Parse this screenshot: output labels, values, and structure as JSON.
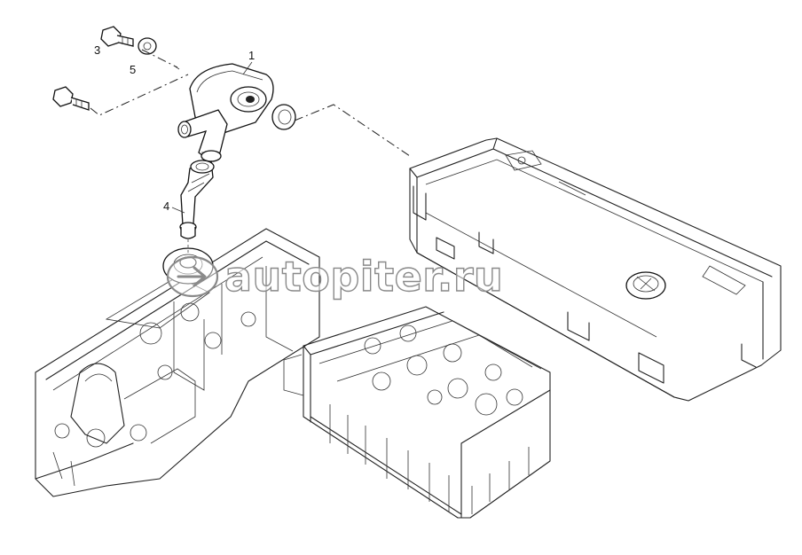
{
  "callouts": [
    {
      "id": "1",
      "label": "1"
    },
    {
      "id": "3",
      "label": "3"
    },
    {
      "id": "4",
      "label": "4"
    },
    {
      "id": "5",
      "label": "5"
    }
  ],
  "watermark": {
    "text": "autopiter.ru",
    "color": "#8a8a8a"
  },
  "colors": {
    "background": "#ffffff",
    "line": "#222222"
  }
}
